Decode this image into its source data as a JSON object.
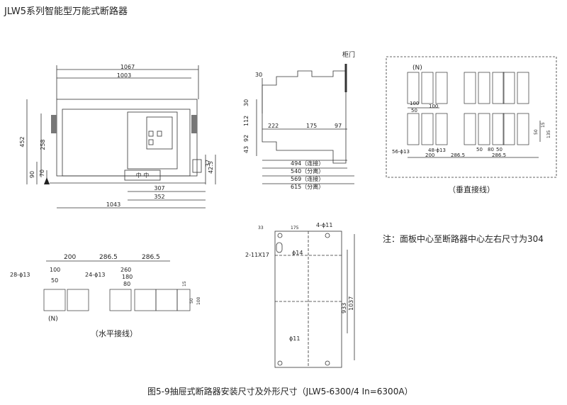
{
  "title": "JLW5系列智能型万能式断路器",
  "caption": "图5-9抽屉式断路器安装尺寸及外形尺寸（JLW5-6300/4 In=6300A）",
  "note": "注：面板中心至断路器中心左右尺寸为304",
  "labels": {
    "cabinet_door": "柜门",
    "vertical_wiring": "（垂直接线）",
    "horizontal_wiring": "（水平接线）",
    "neutral": "(N)",
    "panel_zhong": "中  中"
  },
  "dims": {
    "front": {
      "w1067": "1067",
      "w1003": "1003",
      "h452": "452",
      "h258": "258",
      "h90": "90",
      "h70": "70",
      "d307": "307",
      "d352": "352",
      "w1043": "1043",
      "d37": "37",
      "d42_5": "42.5"
    },
    "side": {
      "d30a": "30",
      "d30b": "30",
      "d112": "112",
      "d43": "43",
      "d92": "92",
      "d222": "222",
      "d175": "175",
      "d97": "97",
      "d494": "494（连接）",
      "d540": "540（分离）",
      "d569": "569（连接）",
      "d615": "615（分离）"
    },
    "vertical": {
      "d100": "100",
      "d50": "50",
      "d100b": "100",
      "d15": "15",
      "d50b": "50",
      "d135": "135",
      "d56": "56-ϕ13",
      "d48": "48-ϕ13",
      "d200": "200",
      "d286_5a": "286.5",
      "d50c": "50",
      "d80": "80",
      "d50d": "50",
      "d286_5b": "286.5"
    },
    "horizontal": {
      "d200": "200",
      "d286_5a": "286.5",
      "d286_5b": "286.5",
      "d28": "28-ϕ13",
      "d24": "24-ϕ13",
      "d100": "100",
      "d50": "50",
      "d260": "260",
      "d180": "180",
      "d80": "80",
      "d15": "15",
      "d50b": "50",
      "d100b": "100"
    },
    "mount": {
      "d33": "33",
      "d175": "175",
      "d4_11": "4-ϕ11",
      "d2_11x17": "2-11X17",
      "d14": "ϕ14",
      "d933": "933",
      "d1037": "1037",
      "d11": "ϕ11"
    }
  }
}
